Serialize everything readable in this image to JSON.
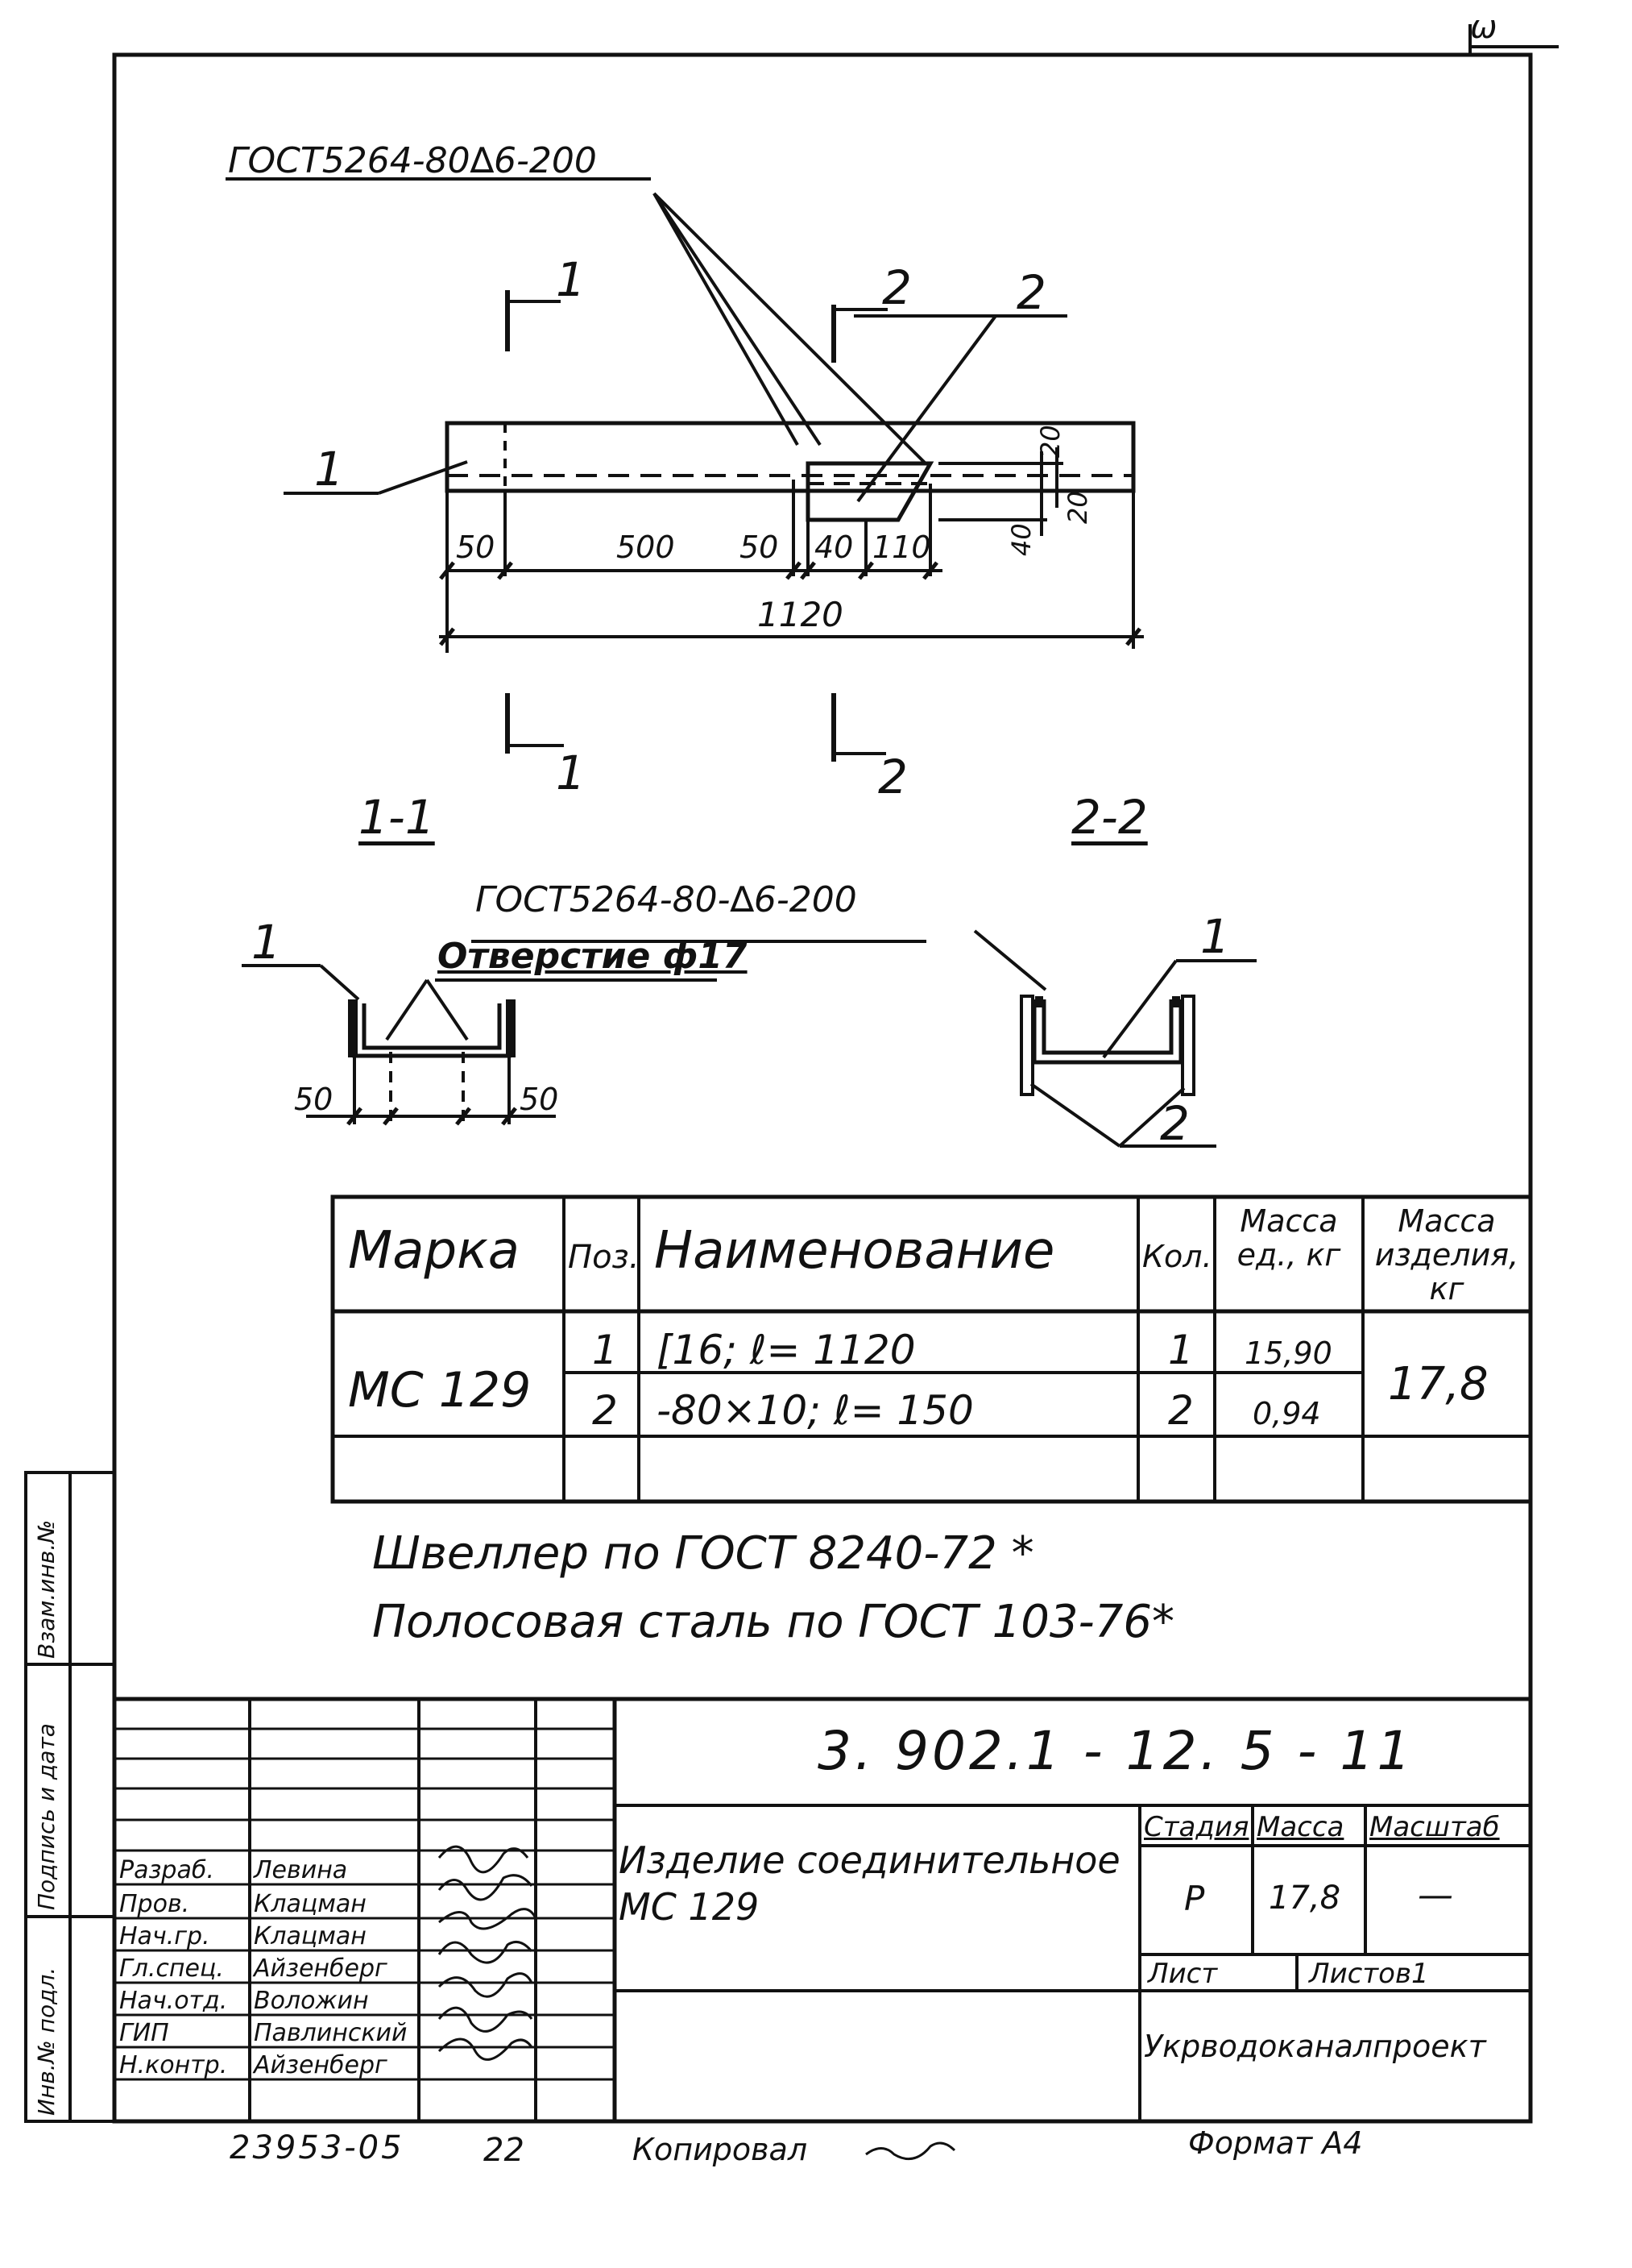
{
  "sheet_ref": "ω",
  "plan": {
    "weld_callout": "ГОСТ5264-80∆6-200",
    "cut_1": "1",
    "cut_2": "2",
    "pos_1": "1",
    "pos_2": "2",
    "dimensions": {
      "d50_left": "50",
      "d500": "500",
      "d50_mid": "50",
      "d40": "40",
      "d110": "110",
      "d1120": "1120",
      "d40_vert": "40",
      "d20_a": "20",
      "d20_b": "20"
    }
  },
  "sections": {
    "s1_label": "1-1",
    "s2_label": "2-2",
    "weld_callout": "ГОСТ5264-80-∆6-200",
    "hole_label": "Отверстие ф17",
    "s1_pos": "1",
    "s1_dim_left": "50",
    "s1_dim_right": "50",
    "s2_pos_1": "1",
    "s2_pos_2": "2"
  },
  "spec_table": {
    "headers": {
      "mark": "Марка",
      "pos": "Поз.",
      "name": "Наименование",
      "qty": "Кол.",
      "mass_unit": "Масса ед., кг",
      "mass_item": "Масса изделия, кг"
    },
    "mark": "МС 129",
    "total_mass": "17,8",
    "rows": [
      {
        "pos": "1",
        "name": "[16; ℓ= 1120",
        "qty": "1",
        "mass": "15,90"
      },
      {
        "pos": "2",
        "name": "-80×10; ℓ= 150",
        "qty": "2",
        "mass": "0,94"
      }
    ]
  },
  "notes": [
    "Швеллер по ГОСТ 8240-72 *",
    "Полосовая сталь по ГОСТ 103-76*"
  ],
  "title_block": {
    "doc_code": "3. 902.1 - 12.   5 - 11",
    "title": "Изделие соединительное\n     МС 129",
    "stage_label": "Стадия",
    "mass_label": "Масса",
    "scale_label": "Масштаб",
    "stage_value": "Р",
    "mass_value": "17,8",
    "scale_value": "—",
    "sheet_label": "Лист",
    "sheets_label": "Листов1",
    "organization": "Укрводоканалпроект",
    "staff": [
      {
        "role": "Разраб.",
        "name": "Левина"
      },
      {
        "role": "Пров.",
        "name": "Клацман"
      },
      {
        "role": "Нач.гр.",
        "name": "Клацман"
      },
      {
        "role": "Гл.спец.",
        "name": "Айзенберг"
      },
      {
        "role": "Нач.отд.",
        "name": "Воложин"
      },
      {
        "role": "ГИП",
        "name": "Павлинский"
      },
      {
        "role": "Н.контр.",
        "name": "Айзенберг"
      }
    ]
  },
  "side_stamp": {
    "inv_orig": "Инв.№ подл.",
    "sign_date": "Подпись и дата",
    "replace_inv": "Взам.инв.№"
  },
  "footer": {
    "archive_no": "23953-05",
    "page": "22",
    "copied": "Копировал",
    "format": "Формат А4"
  }
}
